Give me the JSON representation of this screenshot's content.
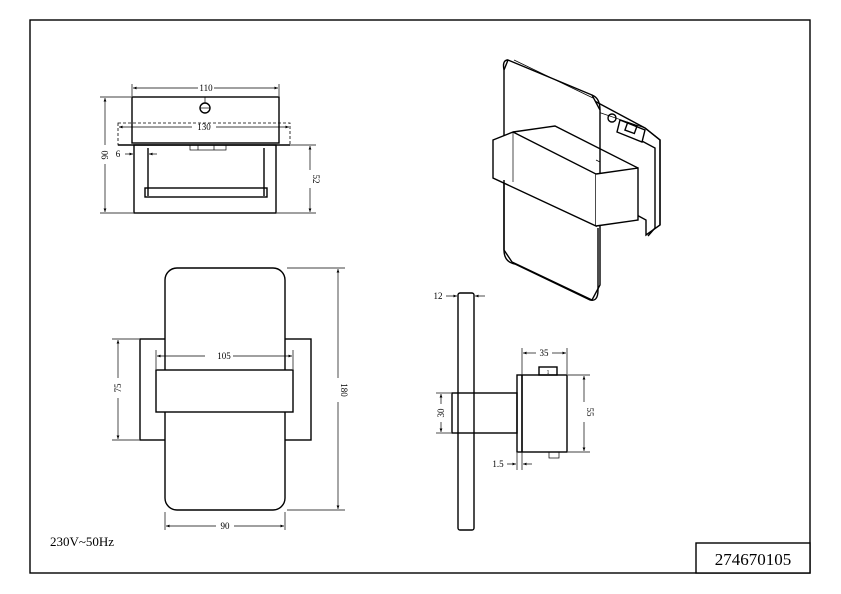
{
  "drawing": {
    "voltage_note": "230V~50Hz",
    "part_number": "274670105"
  },
  "dimensions": {
    "top_view": {
      "width_110": "110",
      "width_130": "130",
      "height_90": "90",
      "offset_6": "6",
      "depth_52": "52"
    },
    "front_view": {
      "inner_105": "105",
      "height_75": "75",
      "height_180": "180",
      "width_90": "90"
    },
    "side_view": {
      "thickness_12": "12",
      "depth_35": "35",
      "band_30": "30",
      "height_55": "55",
      "plate_1_5": "1.5"
    }
  },
  "colors": {
    "line": "#000000",
    "background": "#ffffff",
    "fill": "#ffffff"
  }
}
